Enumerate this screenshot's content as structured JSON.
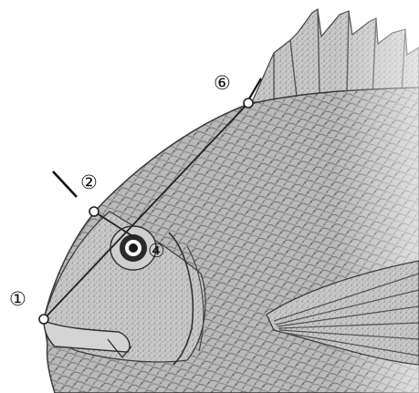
{
  "markers": [
    {
      "id": "1",
      "label": "①"
    },
    {
      "id": "2",
      "label": "②"
    },
    {
      "id": "4",
      "label": "④"
    },
    {
      "id": "6",
      "label": "⑥"
    }
  ],
  "colors": {
    "fish_shade": "#9a9a9a",
    "fish_outline": "#3a3a3a",
    "line": "#222222",
    "background": "#ffffff"
  }
}
